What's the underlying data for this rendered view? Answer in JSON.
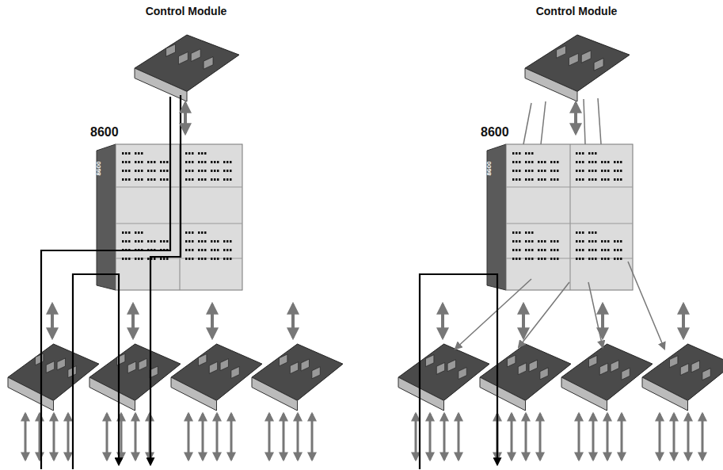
{
  "diagram": {
    "nodes": [
      {
        "text": [
          "Control Module"
        ]
      },
      {
        "text": [
          "8600"
        ]
      },
      {
        "text": [
          "Control Module"
        ]
      },
      {
        "text": [
          "8600"
        ]
      }
    ],
    "edges": [
      {
        "from": 0,
        "to": 1,
        "arrow": "both"
      },
      {
        "from": 2,
        "to": 3,
        "arrow": "both"
      }
    ],
    "labels": [
      "8600",
      "8600"
    ]
  }
}
